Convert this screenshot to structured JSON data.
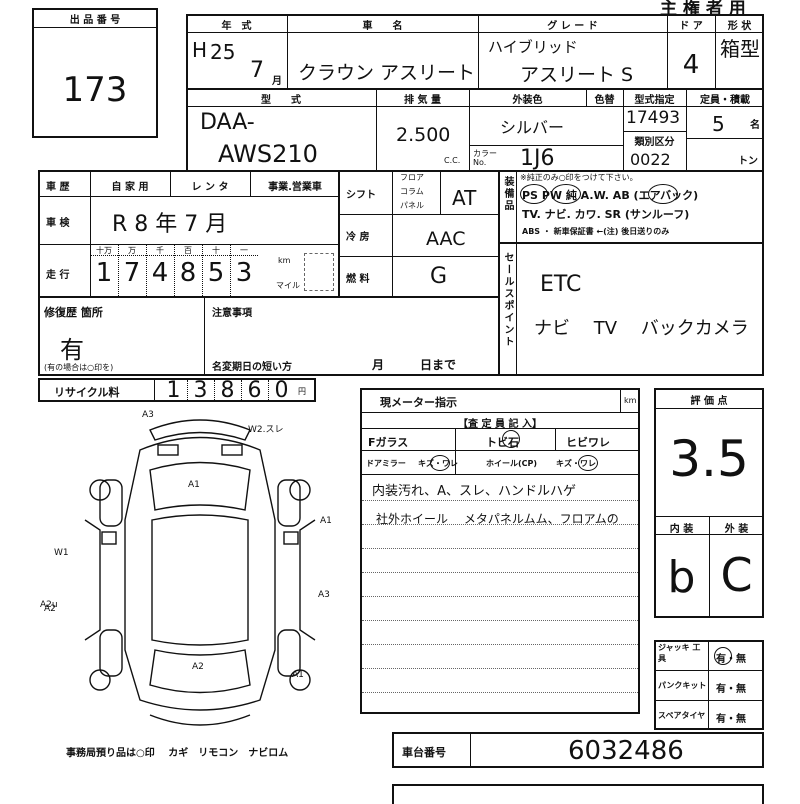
{
  "header": {
    "exhibit_no_label": "出 品 番 号",
    "exhibit_no": "173",
    "owner_copy": "主 権 者 用",
    "obscured_title": "　　　"
  },
  "vehicle": {
    "year_label": "年　式",
    "year_era": "H",
    "year": "25",
    "month": "7",
    "month_unit": "月",
    "name_label": "車　　名",
    "name": "クラウン アスリート",
    "grade_label": "グ レ ー ド",
    "grade_line1": "ハイブリッド",
    "grade_line2": "アスリート S",
    "doors_label": "ド ア",
    "doors": "4",
    "shape_label": "形 状",
    "shape": "箱型",
    "model_label": "型　　式",
    "model_line1": "DAA-",
    "model_line2": "AWS210",
    "displacement_label": "排 気 量",
    "displacement": "2.500",
    "cc_unit": "C.C.",
    "exterior_color_label": "外装色",
    "color_no_label": "色替",
    "exterior_color": "シルバー",
    "color_code_label": "カラー No.",
    "color_code": "1J6",
    "type_designation_label": "型式指定",
    "type_designation": "17493",
    "class_label": "類別区分",
    "class_code": "0022",
    "capacity_label": "定員・積載",
    "capacity": "5",
    "capacity_unit": "名",
    "load_unit": "トン"
  },
  "history": {
    "history_label": "車 歴",
    "private_label": "自 家 用",
    "rental_label": "レ ン タ",
    "business_label": "事業.営業車",
    "inspection_label": "車 検",
    "inspection_value": "R 8 年 7 月",
    "mileage_label": "走 行",
    "digit_headers": [
      "十万",
      "万",
      "千",
      "百",
      "十",
      "一"
    ],
    "mileage_digits": [
      "1",
      "7",
      "4",
      "8",
      "5",
      "3"
    ],
    "km_label": "km",
    "mile_label": "マイル"
  },
  "specs": {
    "shift_label": "シフト",
    "shift_options": [
      "フロア",
      "コラム",
      "パネル"
    ],
    "shift_value": "AT",
    "ac_label": "冷 房",
    "ac_value": "AAC",
    "fuel_label": "燃 料",
    "fuel_value": "G"
  },
  "equipment": {
    "label": "装備品",
    "note": "※純正のみ○印をつけて下さい。",
    "line1": "PS  PW  純 A.W.  AB (エアバック)",
    "line2": "TV. ナビ. カワ. SR (サンルーフ)",
    "line3": "ABS ・ 新車保証書 ←(注) 後日送りのみ"
  },
  "sale_points": {
    "label": "セールスポイント",
    "line1": "ETC",
    "line2": "ナビ　 TV　 バックカメラ"
  },
  "repair": {
    "label": "修復歴 箇所",
    "value": "有",
    "note": "(有の場合は○印を)",
    "caution_label": "注意事項",
    "name_change_label": "名変期日の短い方",
    "month_label": "月",
    "day_label": "日まで"
  },
  "recycle": {
    "label": "リサイクル料",
    "digits": [
      "1",
      "3",
      "8",
      "6",
      "0"
    ],
    "unit": "円"
  },
  "inspection": {
    "meter_label": "現メーター指示",
    "meter_unit": "km",
    "inspector_label": "【査 定 員 記 入】",
    "glass_label": "Fガラス",
    "glass_opt1": "トビ石",
    "glass_opt2": "ヒビワレ",
    "mirror_label": "ドアミラー",
    "mirror_opts": "キズ・ワレ",
    "wheel_label": "ホイール(CP)",
    "wheel_opts": "キズ・ワレ",
    "note1": "内装汚れ、A、スレ、ハンドルハゲ",
    "note2": "社外ホイール　 メタパネルムム、フロアムの"
  },
  "rating": {
    "label": "評 価 点",
    "score": "3.5",
    "interior_label": "内 装",
    "exterior_label": "外 装",
    "interior": "b",
    "exterior": "C"
  },
  "tools": {
    "jack_label": "ジャッキ 工 具",
    "jack_value": "有・無",
    "puncture_label": "パンクキット",
    "puncture_value": "有・無",
    "spare_label": "スペアタイヤ",
    "spare_value": "有・無"
  },
  "diagram": {
    "marks": [
      "A3",
      "W2.スレ",
      "A1",
      "A1",
      "W1",
      "A2",
      "A2u",
      "A3",
      "A2",
      "A1"
    ],
    "office_items": "事務局預り品は○印　 カギ　リモコン　ナビロム"
  },
  "chassis": {
    "label": "車台番号",
    "value": "6032486"
  }
}
